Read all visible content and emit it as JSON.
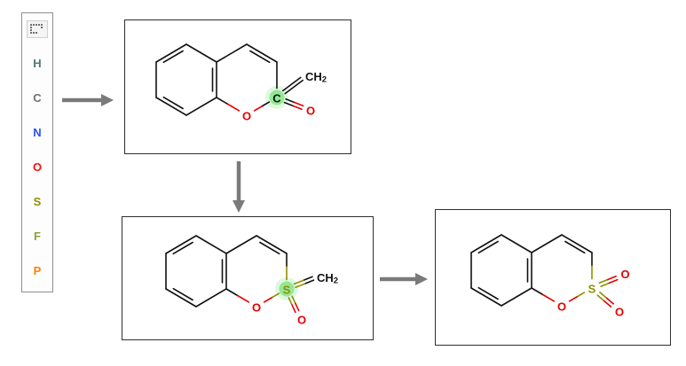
{
  "palette": {
    "tool_icon": "marquee-selection",
    "items": [
      {
        "symbol": "H",
        "color": "#4f7878"
      },
      {
        "symbol": "C",
        "color": "#6f6f6f"
      },
      {
        "symbol": "N",
        "color": "#3050f8"
      },
      {
        "symbol": "O",
        "color": "#ff0d0d"
      },
      {
        "symbol": "S",
        "color": "#8f8f00"
      },
      {
        "symbol": "F",
        "color": "#8f9f3f"
      },
      {
        "symbol": "P",
        "color": "#ff8000"
      }
    ]
  },
  "steps": {
    "step1": {
      "ring_oxygen": "O",
      "edited_atom": "C",
      "substituent": {
        "text": "CH",
        "sub": "2"
      },
      "oxo": "O",
      "highlighted": "true"
    },
    "step2": {
      "ring_oxygen": "O",
      "edited_atom": "S",
      "substituent": {
        "text": "CH",
        "sub": "2"
      },
      "oxo": "O",
      "highlighted": "true"
    },
    "step3": {
      "ring_oxygen": "O",
      "edited_atom": "S",
      "oxo_top": "O",
      "oxo_bottom": "O",
      "highlighted": "false"
    }
  },
  "colors": {
    "bond": "#111111",
    "oxygen": "#e60000",
    "sulfur": "#8f8f00",
    "carbon": "#111111",
    "highlight": "#8ce68c",
    "highlight_halo": "#b9f0b9",
    "arrow": "#7a7a7a",
    "panel_border": "#2e2e2e"
  }
}
